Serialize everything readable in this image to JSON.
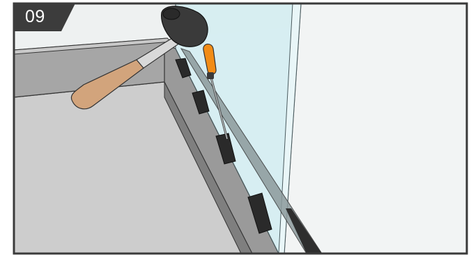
{
  "step": {
    "number": "09"
  },
  "colors": {
    "frame_border": "#3a3a3a",
    "badge_bg": "#3c3c3c",
    "badge_text": "#ffffff",
    "floor": "#cfcfcf",
    "back_wall": "#a9a9a9",
    "side_profile": "#8e8e8e",
    "clamp_blocks": "#2d2d2d",
    "glass": "#d8eef1",
    "wall": "#f1f3f3",
    "hammer_handle": "#d2a47c",
    "screwdriver_handle": "#f28c16"
  },
  "illustration": {
    "objects": [
      "rubber-mallet-icon",
      "screwdriver-icon",
      "glass-panel",
      "floor-profile-channel",
      "glass-clamp-blocks"
    ]
  }
}
